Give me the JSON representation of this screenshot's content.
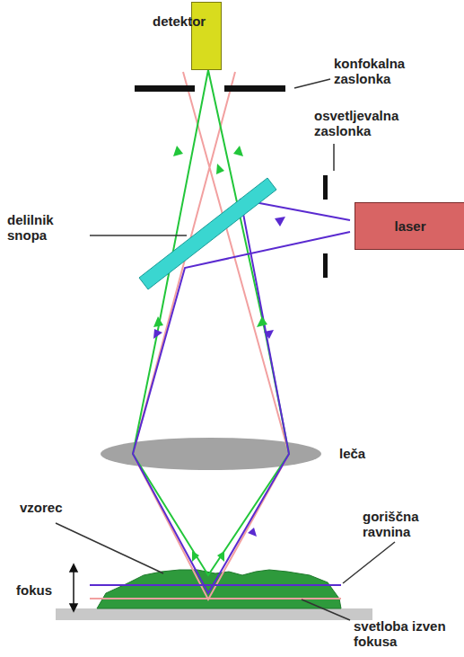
{
  "diagram": {
    "nodes": [
      {
        "text": [
          "detektor"
        ]
      },
      {
        "text": [
          "laser"
        ]
      }
    ],
    "labels": [
      "konfokalna zaslonka",
      "osvetljevalna zaslonka",
      "delilnik snopa",
      "leča",
      "vzorec",
      "goriščna ravnina",
      "fokus",
      "svetloba izven fokusa"
    ]
  }
}
